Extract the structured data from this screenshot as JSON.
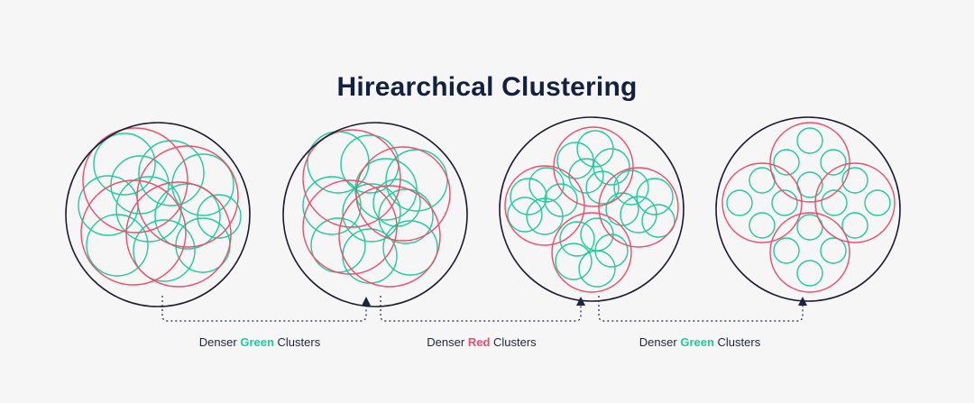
{
  "title": "Hirearchical Clustering",
  "colors": {
    "green": "#1fcc9c",
    "red": "#ef4b6c",
    "outline": "#1c1c30",
    "arrow": "#1c2540",
    "text": "#1c2540"
  },
  "captions": [
    {
      "prefix": "Denser ",
      "highlight": "Green",
      "suffix": " Clusters",
      "color": "#1fcc9c"
    },
    {
      "prefix": "Denser ",
      "highlight": "Red",
      "suffix": " Clusters",
      "color": "#ef4b6c"
    },
    {
      "prefix": "Denser ",
      "highlight": "Green",
      "suffix": " Clusters",
      "color": "#1fcc9c"
    }
  ]
}
